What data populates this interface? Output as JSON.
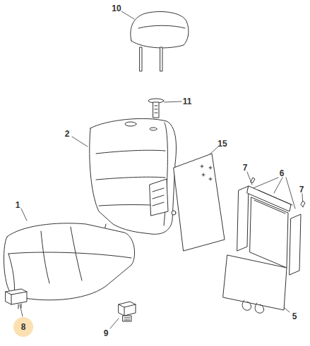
{
  "diagram": {
    "nodes": [
      {
        "text": [
          "8"
        ]
      }
    ],
    "labels": [
      "10",
      "11",
      "2",
      "15",
      "7",
      "6",
      "7",
      "1",
      "5",
      "9"
    ]
  }
}
